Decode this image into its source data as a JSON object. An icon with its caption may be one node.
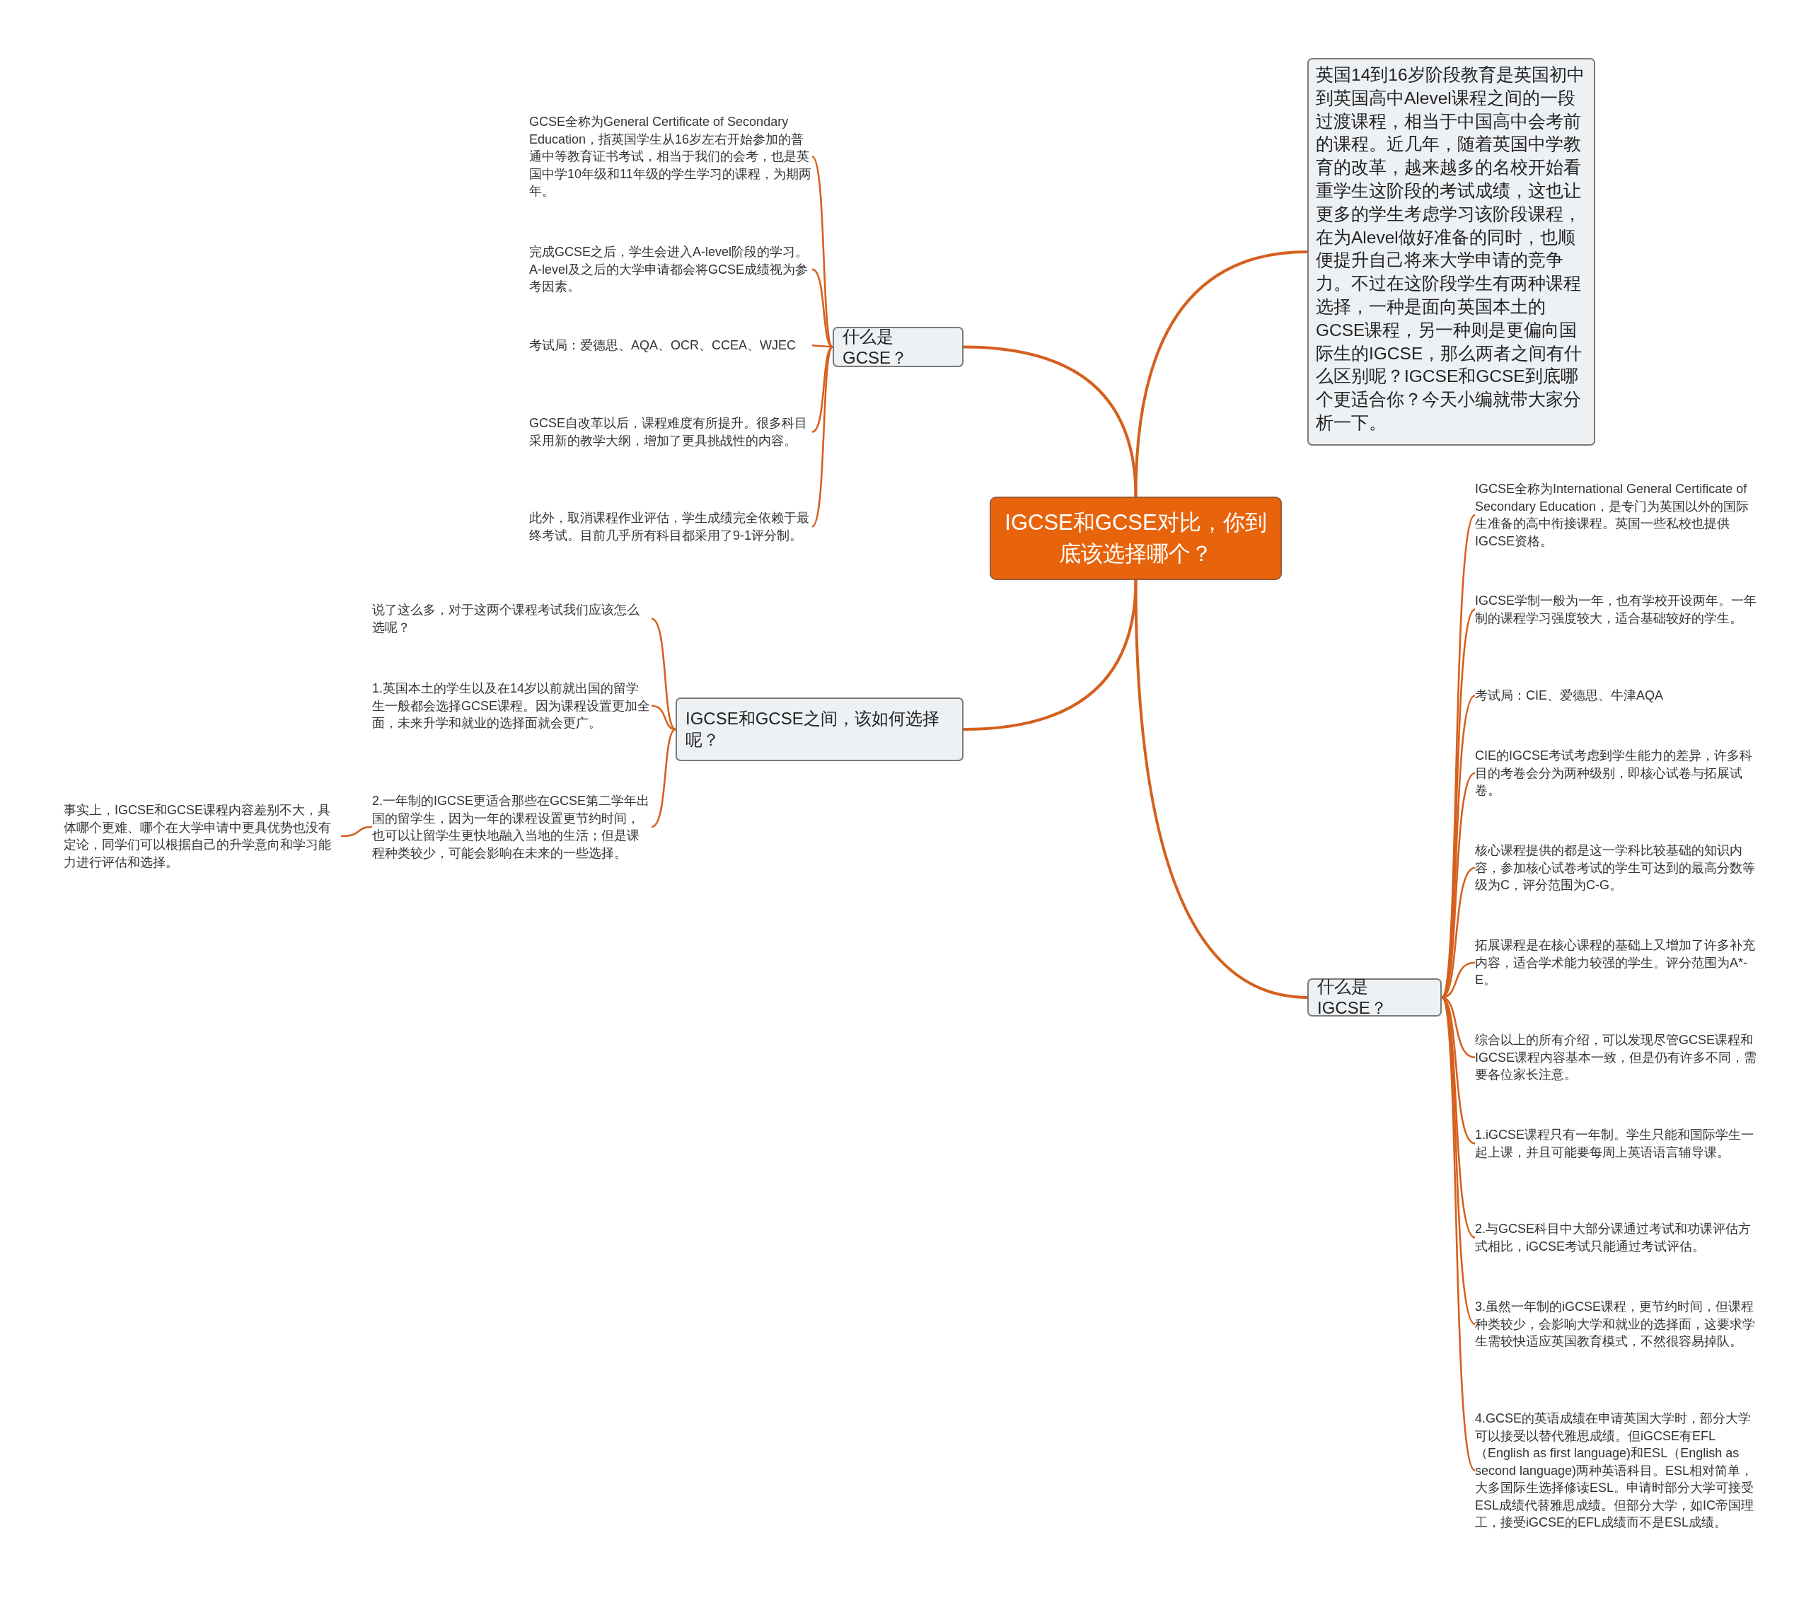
{
  "diagram": {
    "nodes": [
      {
        "text": [
          "IGCSE和GCSE对比，你到底该选择哪个？"
        ]
      },
      {
        "text": [
          "什么是GCSE？"
        ]
      },
      {
        "text": [
          "GCSE全称为General Certificate of Secondary Education，指英国学生从16岁左右开始参加的普通中等教育证书考试，相当于我们的会考，也是英国中学10年级和11年级的学生学习的课程，为期两年。"
        ]
      },
      {
        "text": [
          "完成GCSE之后，学生会进入A-level阶段的学习。A-level及之后的大学申请都会将GCSE成绩视为参考因素。"
        ]
      },
      {
        "text": [
          "考试局：爱德思、AQA、OCR、CCEA、WJEC"
        ]
      },
      {
        "text": [
          "GCSE自改革以后，课程难度有所提升。很多科目采用新的教学大纲，增加了更具挑战性的内容。"
        ]
      },
      {
        "text": [
          "此外，取消课程作业评估，学生成绩完全依赖于最终考试。目前几乎所有科目都采用了9-1评分制。"
        ]
      },
      {
        "text": [
          "英国14到16岁阶段教育是英国初中到英国高中Alevel课程之间的一段过渡课程，相当于中国高中会考前的课程。近几年，随着英国中学教育的改革，越来越多的名校开始看重学生这阶段的考试成绩，这也让更多的学生考虑学习该阶段课程，在为Alevel做好准备的同时，也顺便提升自己将来大学申请的竞争力。不过在这阶段学生有两种课程选择，一种是面向英国本土的GCSE课程，另一种则是更偏向国际生的IGCSE，那么两者之间有什么区别呢？IGCSE和GCSE到底哪个更适合你？今天小编就带大家分析一下。"
        ]
      },
      {
        "text": [
          "IGCSE和GCSE之间，该如何选择呢？"
        ]
      },
      {
        "text": [
          "说了这么多，对于这两个课程考试我们应该怎么选呢？"
        ]
      },
      {
        "text": [
          "1.英国本土的学生以及在14岁以前就出国的留学生一般都会选择GCSE课程。因为课程设置更加全面，未来升学和就业的选择面就会更广。"
        ]
      },
      {
        "text": [
          "2.一年制的IGCSE更适合那些在GCSE第二学年出国的留学生，因为一年的课程设置更节约时间，也可以让留学生更快地融入当地的生活；但是课程种类较少，可能会影响在未来的一些选择。"
        ]
      },
      {
        "text": [
          "事实上，IGCSE和GCSE课程内容差别不大，具体哪个更难、哪个在大学申请中更具优势也没有定论，同学们可以根据自己的升学意向和学习能力进行评估和选择。"
        ]
      },
      {
        "text": [
          "什么是IGCSE？"
        ]
      },
      {
        "text": [
          "IGCSE全称为International General Certificate of Secondary Education，是专门为英国以外的国际生准备的高中衔接课程。英国一些私校也提供IGCSE资格。"
        ]
      },
      {
        "text": [
          "IGCSE学制一般为一年，也有学校开设两年。一年制的课程学习强度较大，适合基础较好的学生。"
        ]
      },
      {
        "text": [
          "考试局：CIE、爱德思、牛津AQA"
        ]
      },
      {
        "text": [
          "CIE的IGCSE考试考虑到学生能力的差异，许多科目的考卷会分为两种级别，即核心试卷与拓展试卷。"
        ]
      },
      {
        "text": [
          "核心课程提供的都是这一学科比较基础的知识内容，参加核心试卷考试的学生可达到的最高分数等级为C，评分范围为C-G。"
        ]
      },
      {
        "text": [
          "拓展课程是在核心课程的基础上又增加了许多补充内容，适合学术能力较强的学生。评分范围为A*-E。"
        ]
      },
      {
        "text": [
          "综合以上的所有介绍，可以发现尽管GCSE课程和IGCSE课程内容基本一致，但是仍有许多不同，需要各位家长注意。"
        ]
      },
      {
        "text": [
          "1.iGCSE课程只有一年制。学生只能和国际学生一起上课，并且可能要每周上英语语言辅导课。"
        ]
      },
      {
        "text": [
          "2.与GCSE科目中大部分课通过考试和功课评估方式相比，iGCSE考试只能通过考试评估。"
        ]
      },
      {
        "text": [
          "3.虽然一年制的iGCSE课程，更节约时间，但课程种类较少，会影响大学和就业的选择面，这要求学生需较快适应英国教育模式，不然很容易掉队。"
        ]
      },
      {
        "text": [
          "4.GCSE的英语成绩在申请英国大学时，部分大学可以接受以替代雅思成绩。但iGCSE有EFL（English as first language)和ESL（English as second language)两种英语科目。ESL相对简单，大多国际生选择修读ESL。申请时部分大学可接受ESL成绩代替雅思成绩。但部分大学，如IC帝国理工，接受iGCSE的EFL成绩而不是ESL成绩。"
        ]
      }
    ],
    "edges": [
      {
        "from": 0,
        "to": 1,
        "arrow": "none"
      },
      {
        "from": 1,
        "to": 2,
        "arrow": "none"
      },
      {
        "from": 1,
        "to": 3,
        "arrow": "none"
      },
      {
        "from": 1,
        "to": 4,
        "arrow": "none"
      },
      {
        "from": 1,
        "to": 5,
        "arrow": "none"
      },
      {
        "from": 1,
        "to": 6,
        "arrow": "none"
      },
      {
        "from": 0,
        "to": 7,
        "arrow": "none"
      },
      {
        "from": 0,
        "to": 8,
        "arrow": "none"
      },
      {
        "from": 8,
        "to": 9,
        "arrow": "none"
      },
      {
        "from": 8,
        "to": 10,
        "arrow": "none"
      },
      {
        "from": 8,
        "to": 11,
        "arrow": "none"
      },
      {
        "from": 11,
        "to": 12,
        "arrow": "none"
      },
      {
        "from": 0,
        "to": 13,
        "arrow": "none"
      },
      {
        "from": 13,
        "to": 14,
        "arrow": "none"
      },
      {
        "from": 13,
        "to": 15,
        "arrow": "none"
      },
      {
        "from": 13,
        "to": 16,
        "arrow": "none"
      },
      {
        "from": 13,
        "to": 17,
        "arrow": "none"
      },
      {
        "from": 13,
        "to": 18,
        "arrow": "none"
      },
      {
        "from": 13,
        "to": 19,
        "arrow": "none"
      },
      {
        "from": 13,
        "to": 20,
        "arrow": "none"
      },
      {
        "from": 13,
        "to": 21,
        "arrow": "none"
      },
      {
        "from": 13,
        "to": 22,
        "arrow": "none"
      },
      {
        "from": 13,
        "to": 23,
        "arrow": "none"
      },
      {
        "from": 13,
        "to": 24,
        "arrow": "none"
      }
    ]
  }
}
